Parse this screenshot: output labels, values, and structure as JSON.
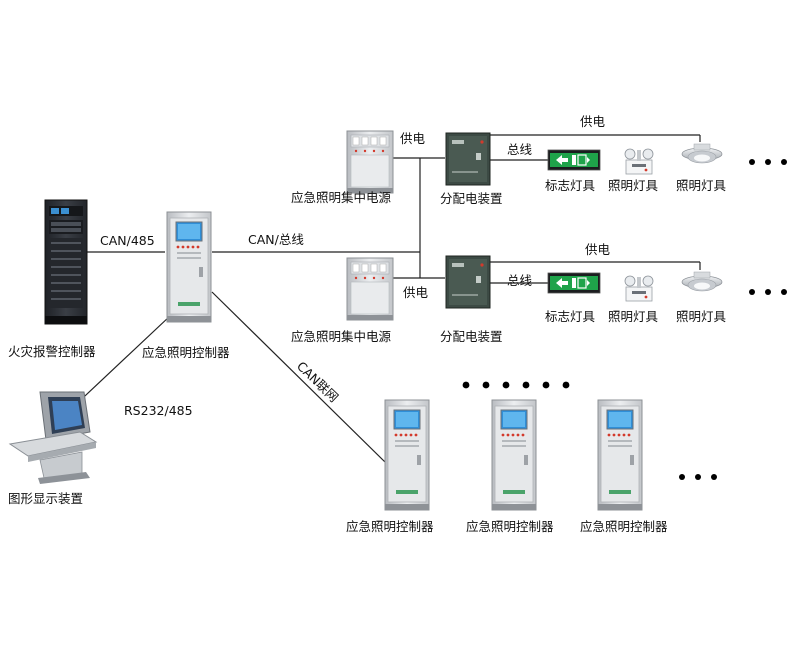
{
  "labels": {
    "fire_alarm_controller": "火灾报警控制器",
    "can485": "CAN/485",
    "main_controller": "应急照明控制器",
    "can_bus": "CAN/总线",
    "rs232": "RS232/485",
    "graphic_display": "图形显示装置",
    "can_network": "CAN联网",
    "central_power_1": "应急照明集中电源",
    "central_power_2": "应急照明集中电源",
    "power_supply_1": "供电",
    "power_supply_2": "供电",
    "power_supply_top_1": "供电",
    "power_supply_top_2": "供电",
    "distribution_1": "分配电装置",
    "distribution_2": "分配电装置",
    "bus_1": "总线",
    "bus_2": "总线",
    "sign_lamp_1": "标志灯具",
    "sign_lamp_2": "标志灯具",
    "lighting_1a": "照明灯具",
    "lighting_1b": "照明灯具",
    "lighting_2a": "照明灯具",
    "lighting_2b": "照明灯具",
    "sub_controller_1": "应急照明控制器",
    "sub_controller_2": "应急照明控制器",
    "sub_controller_3": "应急照明控制器"
  },
  "colors": {
    "cabinet_gray": "#c9ccd0",
    "cabinet_light": "#e8eaec",
    "screen_blue": "#2f8fd8",
    "rack_dark": "#2b2e33",
    "dist_box": "#3c4a44",
    "exit_sign_green": "#1fa34a",
    "indicator_red": "#d33a2c"
  },
  "icons": {
    "sign": "exit-sign-icon",
    "emergency_light": "twin-emergency-light-icon",
    "downlight": "downlight-icon"
  }
}
